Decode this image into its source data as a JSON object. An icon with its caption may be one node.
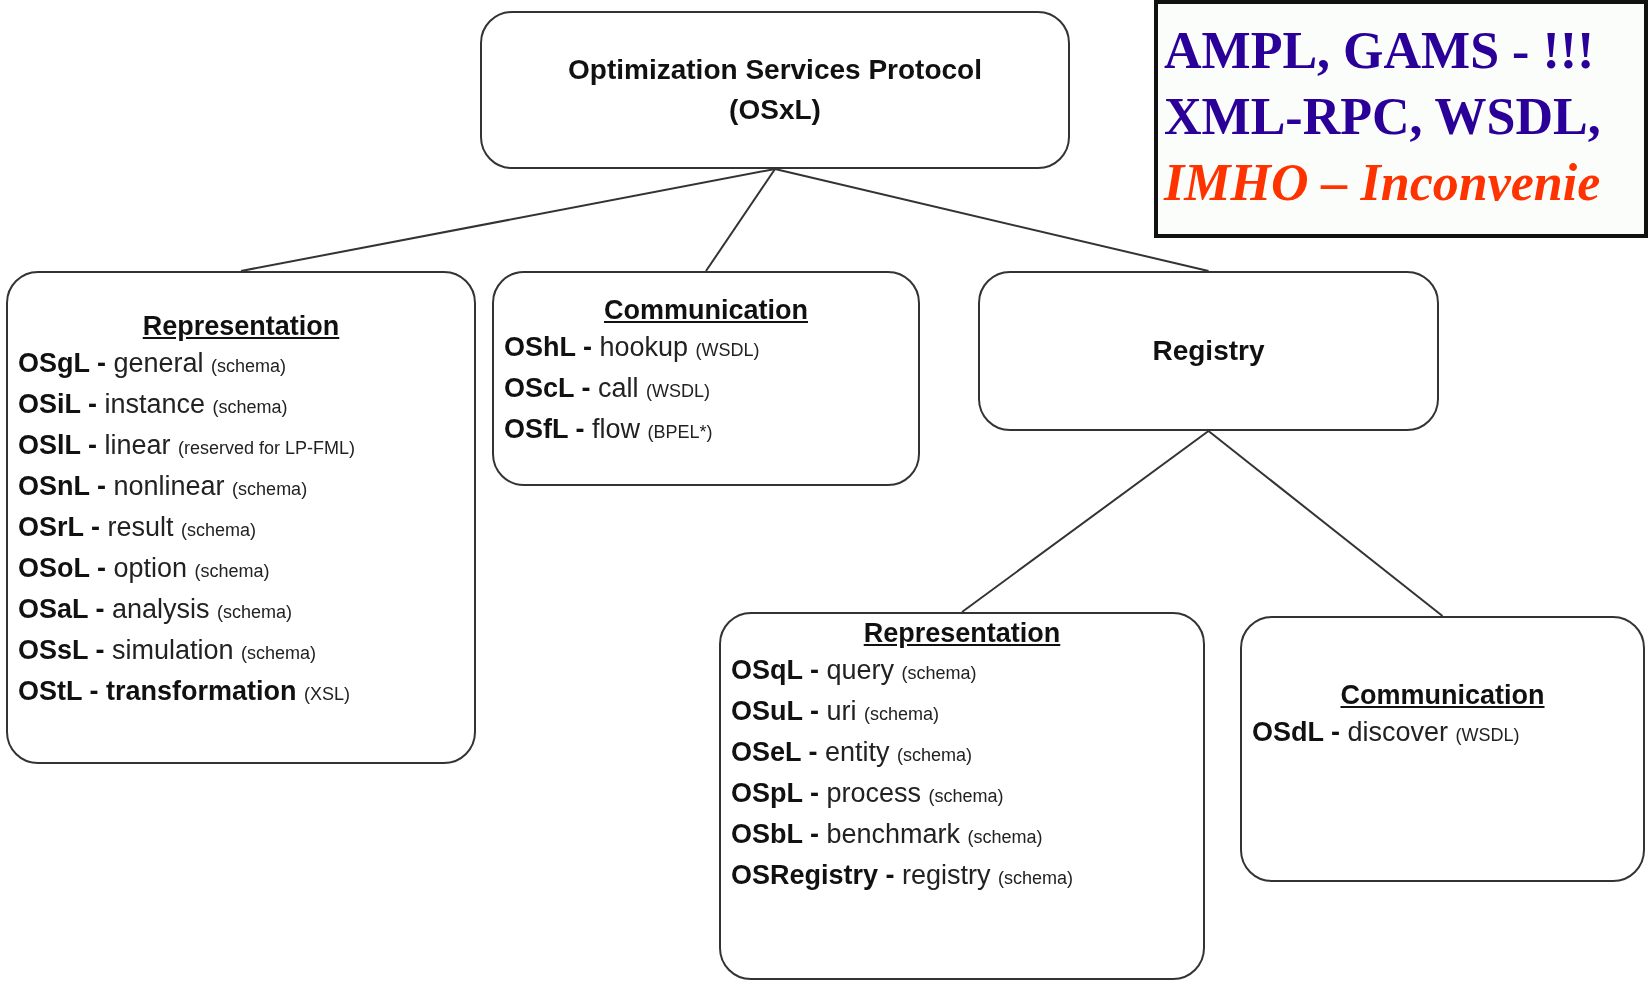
{
  "diagram": {
    "nodes": [
      {
        "text": [
          "Optimization Services Protocol (OSxL)"
        ]
      },
      {
        "text": [
          "Representation",
          "**OSgL -** general (schema)",
          "**OSiL -** instance (schema)",
          "**OSlL -** linear (reserved for LP-FML)",
          "**OSnL -** nonlinear (schema)",
          "**OSrL -** result (schema)",
          "**OSoL -** option (schema)",
          "**OSaL -** analysis (schema)",
          "**OSsL -** simulation (schema)",
          "**OStL -  transformation** (XSL)"
        ]
      },
      {
        "text": [
          "Communication",
          "**OShL -** hookup (WSDL)",
          "**OScL -** call (WSDL)",
          "**OSfL -** flow (BPEL*)"
        ]
      },
      {
        "text": [
          "Registry"
        ]
      },
      {
        "text": [
          "Representation",
          "**OSqL -** query (schema)",
          "**OSuL -** uri (schema)",
          "**OSeL -** entity (schema)",
          "**OSpL -** process (schema)",
          "**OSbL -** benchmark (schema)",
          "**OSRegistry -** registry (schema)"
        ]
      },
      {
        "text": [
          "Communication",
          "**OSdL -** discover (WSDL)"
        ]
      },
      {
        "text": [
          "AMPL, GAMS - !!!",
          "XML-RPC, WSDL,",
          "IMHO – Inconvenie"
        ]
      }
    ],
    "edges": [
      {
        "from": 0,
        "to": 1,
        "arrow": "none"
      },
      {
        "from": 0,
        "to": 2,
        "arrow": "none"
      },
      {
        "from": 0,
        "to": 3,
        "arrow": "none"
      },
      {
        "from": 3,
        "to": 4,
        "arrow": "none"
      },
      {
        "from": 3,
        "to": 5,
        "arrow": "none"
      }
    ]
  }
}
